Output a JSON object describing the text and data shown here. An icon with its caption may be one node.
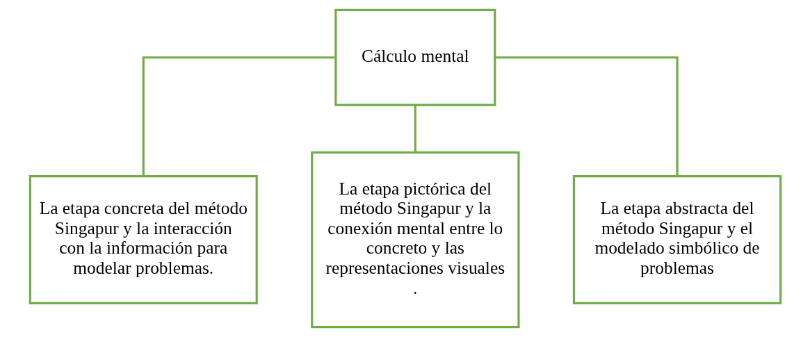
{
  "diagram": {
    "nodes": [
      {
        "text": [
          "Cálculo mental"
        ]
      },
      {
        "text": [
          "La etapa concreta del método Singapur y la interacción con la información para modelar problemas."
        ]
      },
      {
        "text": [
          "La etapa pictórica del método Singapur y la conexión mental entre lo concreto y las representaciones visuales",
          "."
        ]
      },
      {
        "text": [
          "La etapa abstracta del método Singapur y el modelado simbólico de problemas"
        ]
      }
    ],
    "edges": [
      {
        "from": 0,
        "to": 1,
        "arrow": "none"
      },
      {
        "from": 0,
        "to": 2,
        "arrow": "none"
      },
      {
        "from": 0,
        "to": 3,
        "arrow": "none"
      }
    ]
  }
}
